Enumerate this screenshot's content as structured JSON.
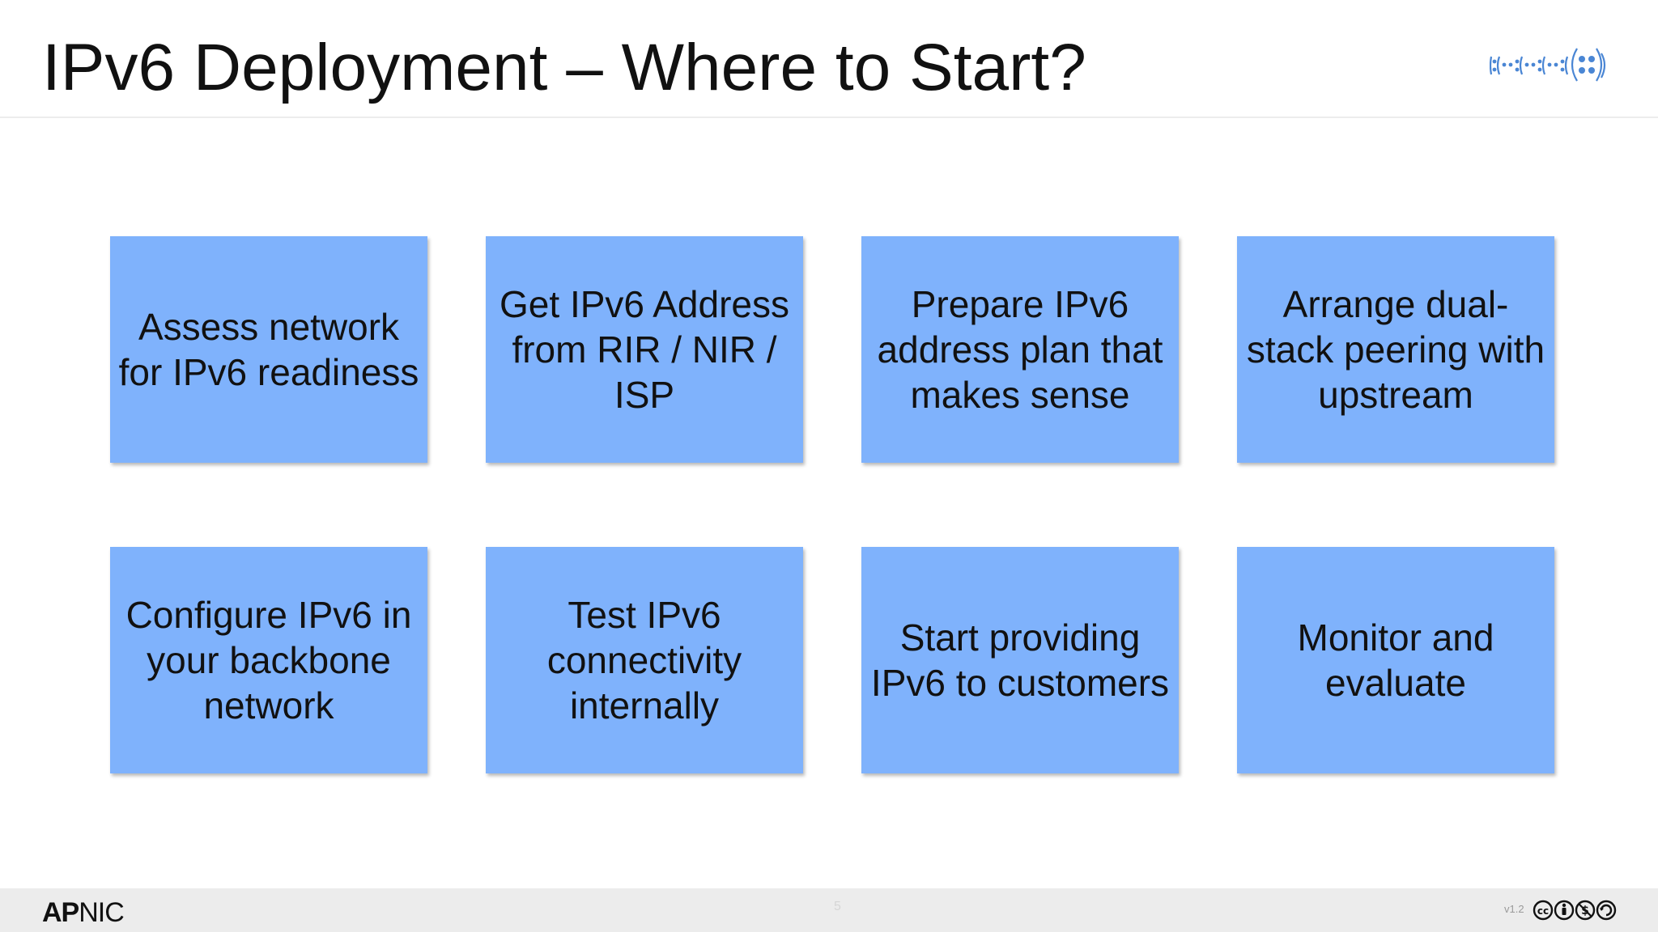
{
  "title": "IPv6 Deployment – Where to Start?",
  "logo_icon": "ipv6-dots-logo",
  "steps": [
    {
      "label": "Assess network for IPv6 readiness"
    },
    {
      "label": "Get IPv6 Address from RIR / NIR / ISP"
    },
    {
      "label": "Prepare IPv6 address plan that makes sense"
    },
    {
      "label": "Arrange dual-stack peering with upstream"
    },
    {
      "label": "Configure IPv6 in your backbone network"
    },
    {
      "label": "Test IPv6 connectivity internally"
    },
    {
      "label": "Start providing IPv6 to customers"
    },
    {
      "label": "Monitor and evaluate"
    }
  ],
  "footer": {
    "brand_bold": "AP",
    "brand_rest": "NIC",
    "page_number": "5",
    "version": "v1.2",
    "license_icon": "cc-by-nc-sa-icon"
  },
  "colors": {
    "card": "#7fb2fc",
    "logo_blue": "#3a7fd0",
    "footer_bg": "#ececec"
  }
}
